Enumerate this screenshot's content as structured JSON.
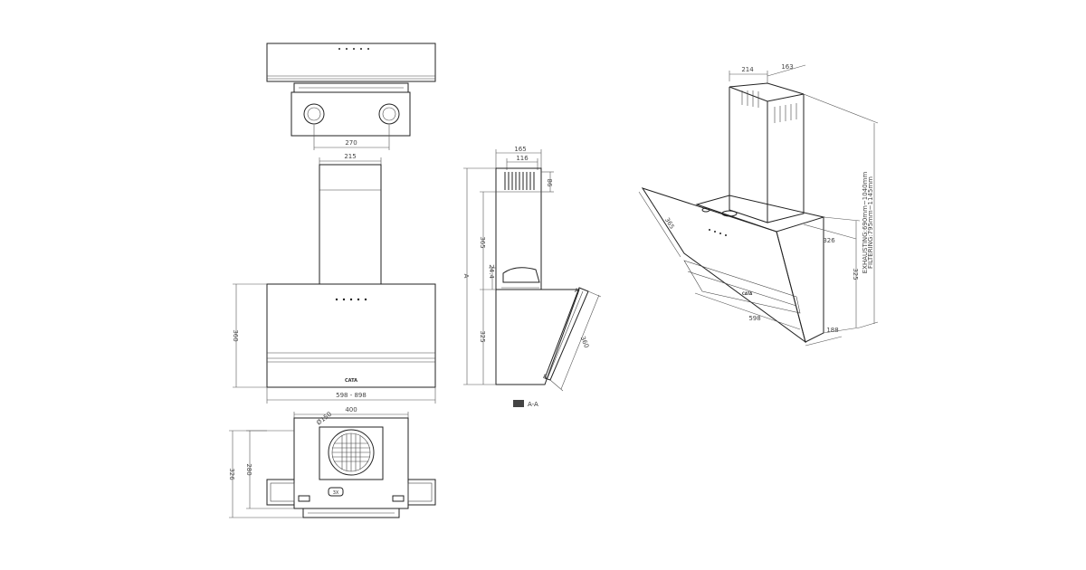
{
  "colors": {
    "line": "#222222",
    "dimension": "#555555",
    "background": "#ffffff"
  },
  "front_view": {
    "brand": "CATA",
    "width_range": "598 - 898",
    "height": "360",
    "chimney_width": "215",
    "outlet_spacing": "270"
  },
  "side_view": {
    "chimney_depth": "165",
    "chimney_inner": "116",
    "offset_top": "86",
    "chimney_height": "365",
    "outlet_offset": "24.4",
    "body_height": "325",
    "glass_length": "360",
    "total": "A"
  },
  "section_label": "A-A",
  "bottom_view": {
    "width": "400",
    "outlet_diameter": "Ø150",
    "depth_total": "326",
    "depth_inner": "280",
    "filter_count": "3X"
  },
  "iso_view": {
    "chimney_width": "214",
    "chimney_depth": "163",
    "glass": "365",
    "depth": "326",
    "body_height": "325",
    "width": "598",
    "body_depth": "188",
    "exhausting_label": "EXHAUSTING:690mm~1040mm",
    "filtering_label": "FILTERING:795mm~1145mm"
  }
}
